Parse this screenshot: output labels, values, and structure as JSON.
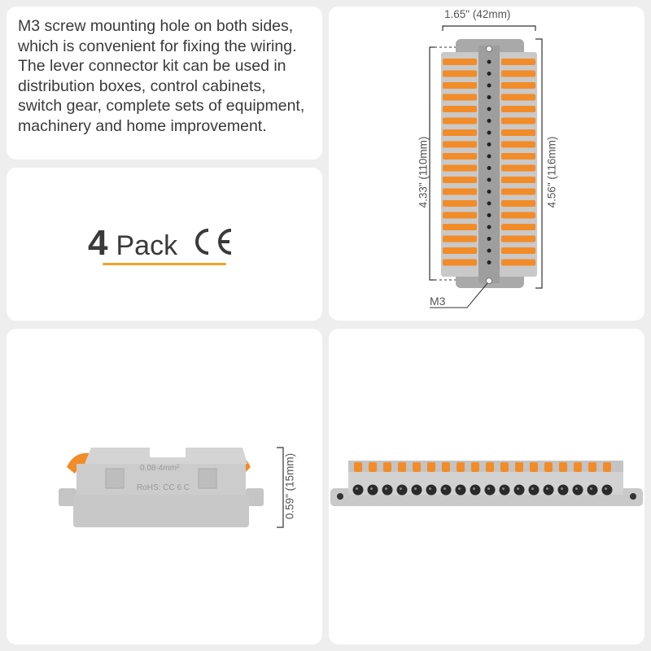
{
  "description": {
    "text": "M3 screw mounting hole on both sides, which is convenient for fixing the wiring. The lever connector kit can be used in distribution boxes, control cabinets, switch gear, complete sets of equipment, machinery and home improvement."
  },
  "pack": {
    "count": "4",
    "label": "Pack",
    "certification": "CE"
  },
  "top_view": {
    "width_label": "1.65\" (42mm)",
    "inner_length_label": "4.33\" (110mm)",
    "outer_length_label": "4.56\" (116mm)",
    "screw_label": "M3"
  },
  "side_view": {
    "height_label": "0.59\" (15mm)",
    "body_text_1": "0.08-4mm²",
    "body_text_2": "RoHS: CC 6 C"
  },
  "colors": {
    "lever_orange": "#f28c28",
    "body_gray": "#c9c9c9",
    "accent_yellow": "#f3a228"
  }
}
